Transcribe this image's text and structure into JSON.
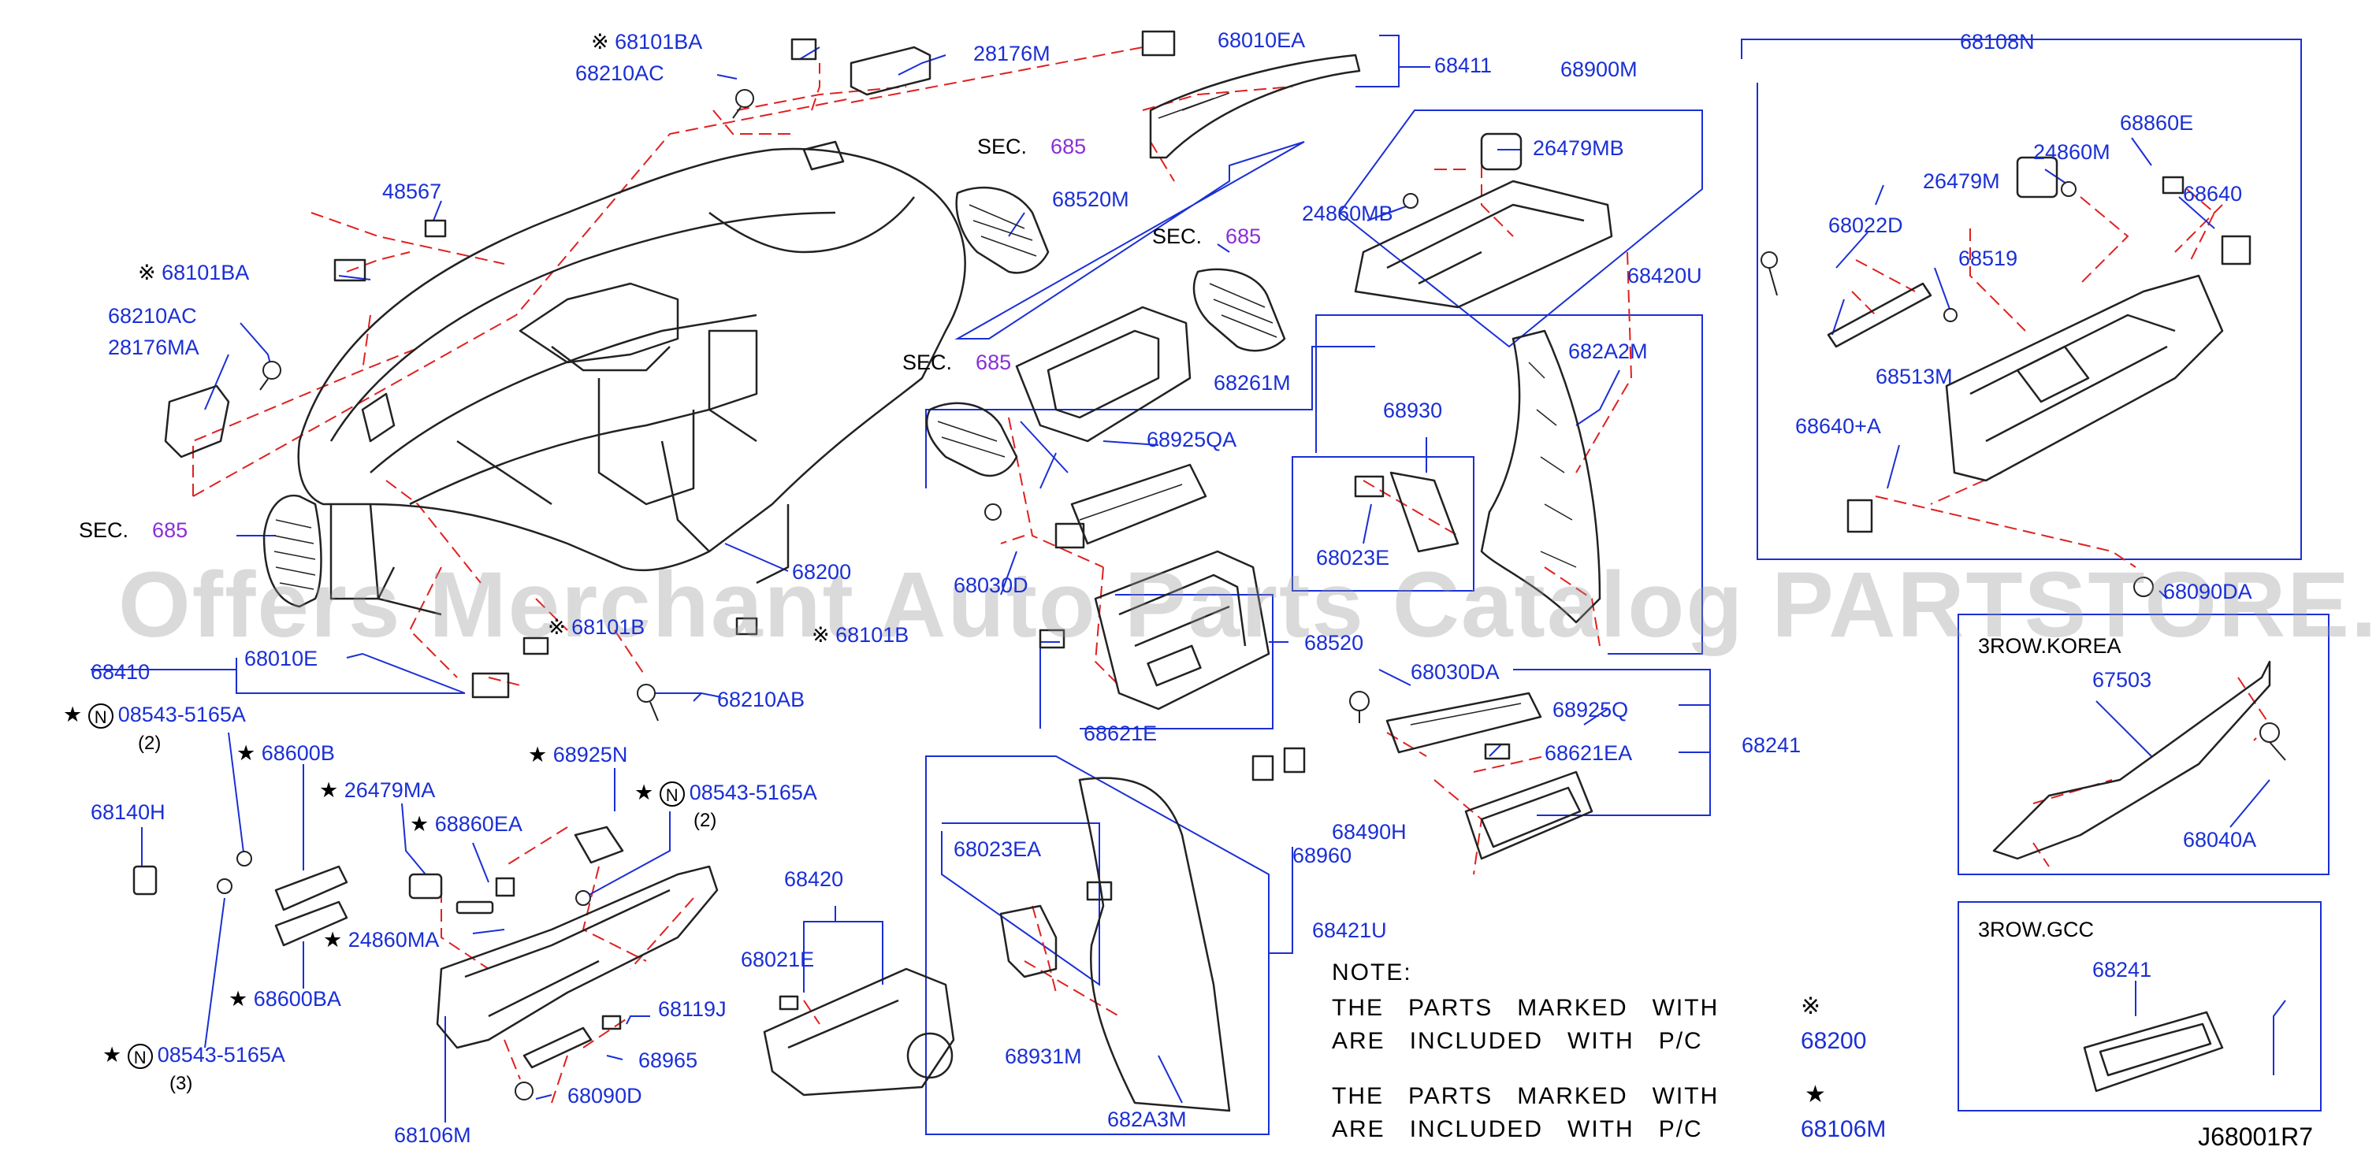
{
  "labels": {
    "p68101BA_top": "68101BA",
    "p68210AC_top": "68210AC",
    "p28176M": "28176M",
    "p68010EA": "68010EA",
    "p68411": "68411",
    "p68900M": "68900M",
    "p68108N": "68108N",
    "p48567": "48567",
    "p68520M": "68520M",
    "p26479MB": "26479MB",
    "p24860MB": "24860MB",
    "p68860E": "68860E",
    "p24860M": "24860M",
    "p26479M": "26479M",
    "p68640": "68640",
    "p68022D": "68022D",
    "p68101BA_left": "68101BA",
    "p68519": "68519",
    "p68420U": "68420U",
    "p68210AC_left": "68210AC",
    "p28176MA": "28176MA",
    "p682A2M": "682A2M",
    "p68513M": "68513M",
    "p68261M": "68261M",
    "p68640A": "68640+A",
    "p68930": "68930",
    "p68925QA": "68925QA",
    "p68023E": "68023E",
    "p68200": "68200",
    "p68030D": "68030D",
    "p68090DA": "68090DA",
    "p68101B_a": "68101B",
    "p68101B_b": "68101B",
    "p68410": "68410",
    "p68010E": "68010E",
    "p68520": "68520",
    "p68030DA": "68030DA",
    "p68210AB": "68210AB",
    "p68925Q": "68925Q",
    "p08543_1": "08543-5165A",
    "p08543_1q": "(2)",
    "p68621E": "68621E",
    "p68241": "68241",
    "p68621EA": "68621EA",
    "p68600B": "68600B",
    "p26479MA": "26479MA",
    "p68925N": "68925N",
    "p08543_2": "08543-5165A",
    "p08543_2q": "(2)",
    "p68140H": "68140H",
    "p68860EA": "68860EA",
    "p68490H": "68490H",
    "p68960": "68960",
    "p24860MA": "24860MA",
    "p68420": "68420",
    "p68023EA": "68023EA",
    "p68421U": "68421U",
    "p68021E": "68021E",
    "p68600BA": "68600BA",
    "p68119J": "68119J",
    "p08543_3": "08543-5165A",
    "p08543_3q": "(3)",
    "p68965": "68965",
    "p68931M": "68931M",
    "p68090D": "68090D",
    "p682A3M": "682A3M",
    "p68106M": "68106M",
    "p67503": "67503",
    "p68040A": "68040A",
    "p68241_gcc": "68241"
  },
  "sections": {
    "sec_label": "SEC.",
    "sec_number": "685"
  },
  "symbols": {
    "asterisk_mark": "※",
    "star_mark": "★",
    "circle_n": "N"
  },
  "boxes": {
    "korea_title": "3ROW.KOREA",
    "gcc_title": "3ROW.GCC"
  },
  "note": {
    "title": "NOTE:",
    "line1": "THE   PARTS   MARKED   WITH",
    "line1_mark": "※",
    "line2": "ARE   INCLUDED   WITH   P/C",
    "line2_part": "68200",
    "line3": "THE   PARTS   MARKED   WITH",
    "line3_mark": "★",
    "line4": "ARE   INCLUDED   WITH   P/C",
    "line4_part": "68106M"
  },
  "watermark": "Offers Merchant Auto Parts Catalog PARTSTORE.SA",
  "diagram_id": "J68001R7",
  "colors": {
    "part_label": "#1a2fd6",
    "section_number": "#8a2fd6",
    "dash_line": "#e02020",
    "leader_line": "#1a2fd6",
    "part_stroke": "#222222"
  }
}
